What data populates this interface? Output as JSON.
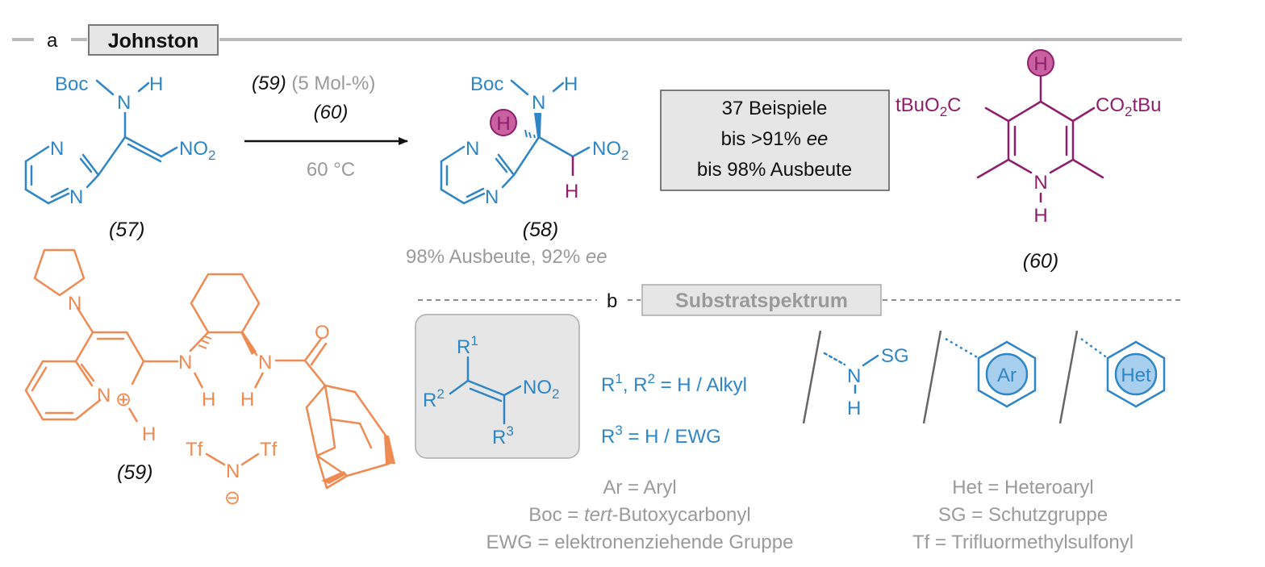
{
  "colors": {
    "blue": "#2f86c6",
    "purple": "#8e1d6c",
    "orange": "#ee8a52",
    "gray_text": "#9a9a9a",
    "gray_line": "#b9b9b9",
    "box_fill": "#e6e6e6",
    "het_fill": "#a9cfee",
    "h_ball": "#c9609f"
  },
  "section_a": {
    "letter": "a",
    "title": "Johnston"
  },
  "section_b": {
    "letter": "b",
    "title": "Substratspektrum"
  },
  "reaction": {
    "catalyst_ref": "(59)",
    "catalyst_amount": "(5 Mol-%)",
    "reductant_ref": "(60)",
    "temperature": "60 °C"
  },
  "compound_57": {
    "label": "(57)",
    "boc": "Boc",
    "n": "N",
    "h": "H",
    "no2": "NO",
    "no2_sub": "2",
    "ring_n1": "N",
    "ring_n2": "N"
  },
  "compound_58": {
    "label": "(58)",
    "boc": "Boc",
    "n": "N",
    "h": "H",
    "no2": "NO",
    "no2_sub": "2",
    "ring_n1": "N",
    "ring_n2": "N",
    "h_ball": "H",
    "h_purple": "H",
    "yield_text": "98% Ausbeute, 92% ",
    "ee": "ee"
  },
  "summary_box": {
    "line1": "37 Beispiele",
    "line2_prefix": "bis >91% ",
    "line2_ee": "ee",
    "line3": "bis 98% Ausbeute"
  },
  "compound_60": {
    "label": "(60)",
    "left_ester": "tBuO",
    "left_sub": "2",
    "left_suffix": "C",
    "right_ester": "CO",
    "right_sub": "2",
    "right_suffix": "tBu",
    "h_ball": "H",
    "n": "N",
    "nh": "H"
  },
  "compound_59": {
    "label": "(59)",
    "pyrrolidine_n": "N",
    "quin_n": "N",
    "quin_h": "H",
    "plus": "⊕",
    "nh1_n": "N",
    "nh1_h": "H",
    "nh2_n": "N",
    "nh2_h": "H",
    "carbonyl_o": "O",
    "anion_tf1": "Tf",
    "anion_tf2": "Tf",
    "anion_n": "N",
    "minus": "⊖"
  },
  "scope": {
    "r1": "R",
    "r1_sup": "1",
    "r2": "R",
    "r2_sup": "2",
    "r3": "R",
    "r3_sup": "3",
    "no2": "NO",
    "no2_sub": "2",
    "eq1_r": "R",
    "eq1_sup1": "1",
    "eq1_mid": ", R",
    "eq1_sup2": "2",
    "eq1_rest": " = H / Alkyl",
    "eq2_r": "R",
    "eq2_sup": "3",
    "eq2_rest": " = H / EWG",
    "sg": "SG",
    "sg_n": "N",
    "sg_h": "H",
    "ar": "Ar",
    "het": "Het"
  },
  "legend": {
    "left": [
      {
        "text": "Ar = Aryl"
      },
      {
        "prefix": "Boc = ",
        "italic": "tert",
        "suffix": "-Butoxycarbonyl"
      },
      {
        "text": "EWG = elektronenziehende Gruppe"
      }
    ],
    "right": [
      {
        "text": "Het = Heteroaryl"
      },
      {
        "text": "SG = Schutzgruppe"
      },
      {
        "text": "Tf = Trifluormethylsulfonyl"
      }
    ]
  }
}
